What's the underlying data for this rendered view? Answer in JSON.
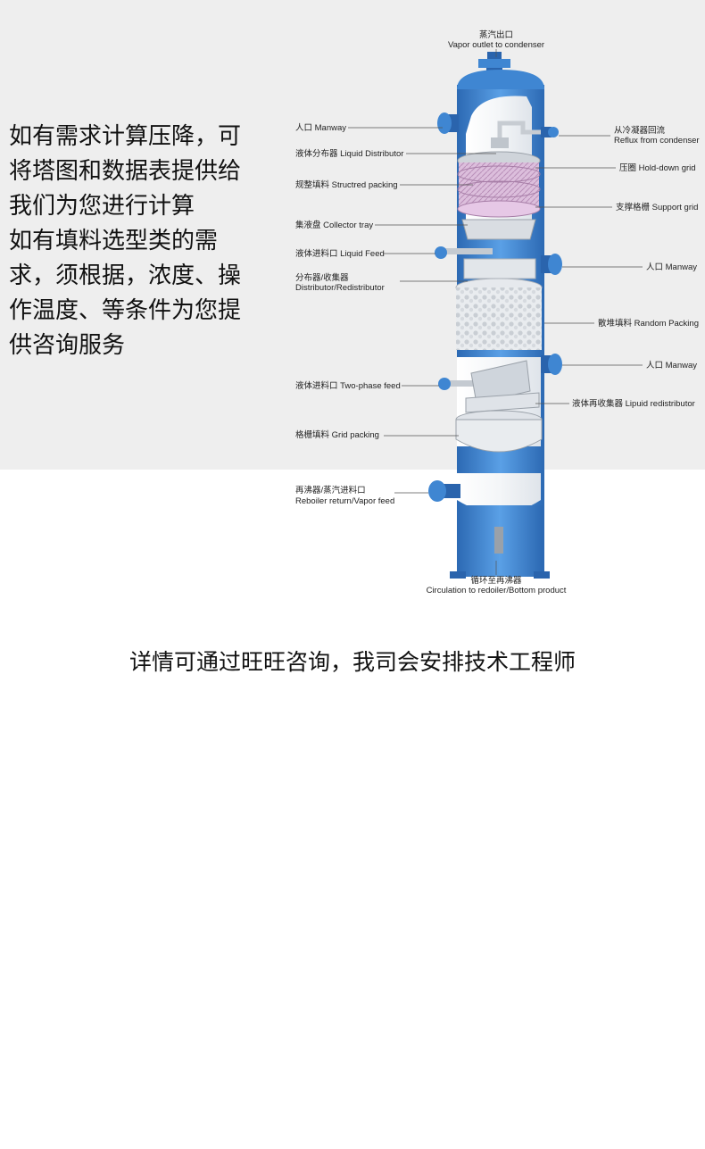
{
  "intro_lines": [
    "如有需求计算压降，可",
    "将塔图和数据表提供给",
    "我们为您进行计算",
    "如有填料选型类的需",
    "求，须根据，浓度、操",
    "作温度、等条件为您提",
    "供咨询服务"
  ],
  "diagram": {
    "labels": {
      "vapor_outlet_cn": "蒸汽出口",
      "vapor_outlet_en": "Vapor outlet to condenser",
      "manway_top": "人口  Manway",
      "reflux_cn": "从冷凝器回流",
      "reflux_en": "Reflux from condenser",
      "liquid_distributor": "液体分布器  Liquid Distributor",
      "hold_down_grid": "压圈  Hold-down grid",
      "structured_packing": "规整填料  Structred packing",
      "support_grid": "支撑格栅  Support grid",
      "collector_tray": "集液盘  Collector tray",
      "liquid_feed": "液体进料口  Liquid Feed",
      "manway_mid": "人口  Manway",
      "redistributor_cn": "分布器/收集器",
      "redistributor_en": "Distributor/Redistributor",
      "random_packing": "散堆填料  Random Packing",
      "manway_low": "人口  Manway",
      "two_phase_feed": "液体进料口  Two-phase feed",
      "liquid_redistributor": "液体再收集器  Lipuid redistributor",
      "grid_packing": "格栅填料  Grid packing",
      "reboiler_cn": "再沸器/蒸汽进料口",
      "reboiler_en": "Reboiler return/Vapor feed",
      "circulation_cn": "循环至再沸器",
      "circulation_en": "Circulation to redoiler/Bottom product"
    }
  },
  "footer_text": "详情可通过旺旺咨询，我司会安排技术工程师",
  "colors": {
    "shell": "#3f86d2",
    "shell_dark": "#2a64ad",
    "panel": "#eeeeee",
    "structured_packing": "#d8b7d8",
    "leader_line": "#555555"
  }
}
